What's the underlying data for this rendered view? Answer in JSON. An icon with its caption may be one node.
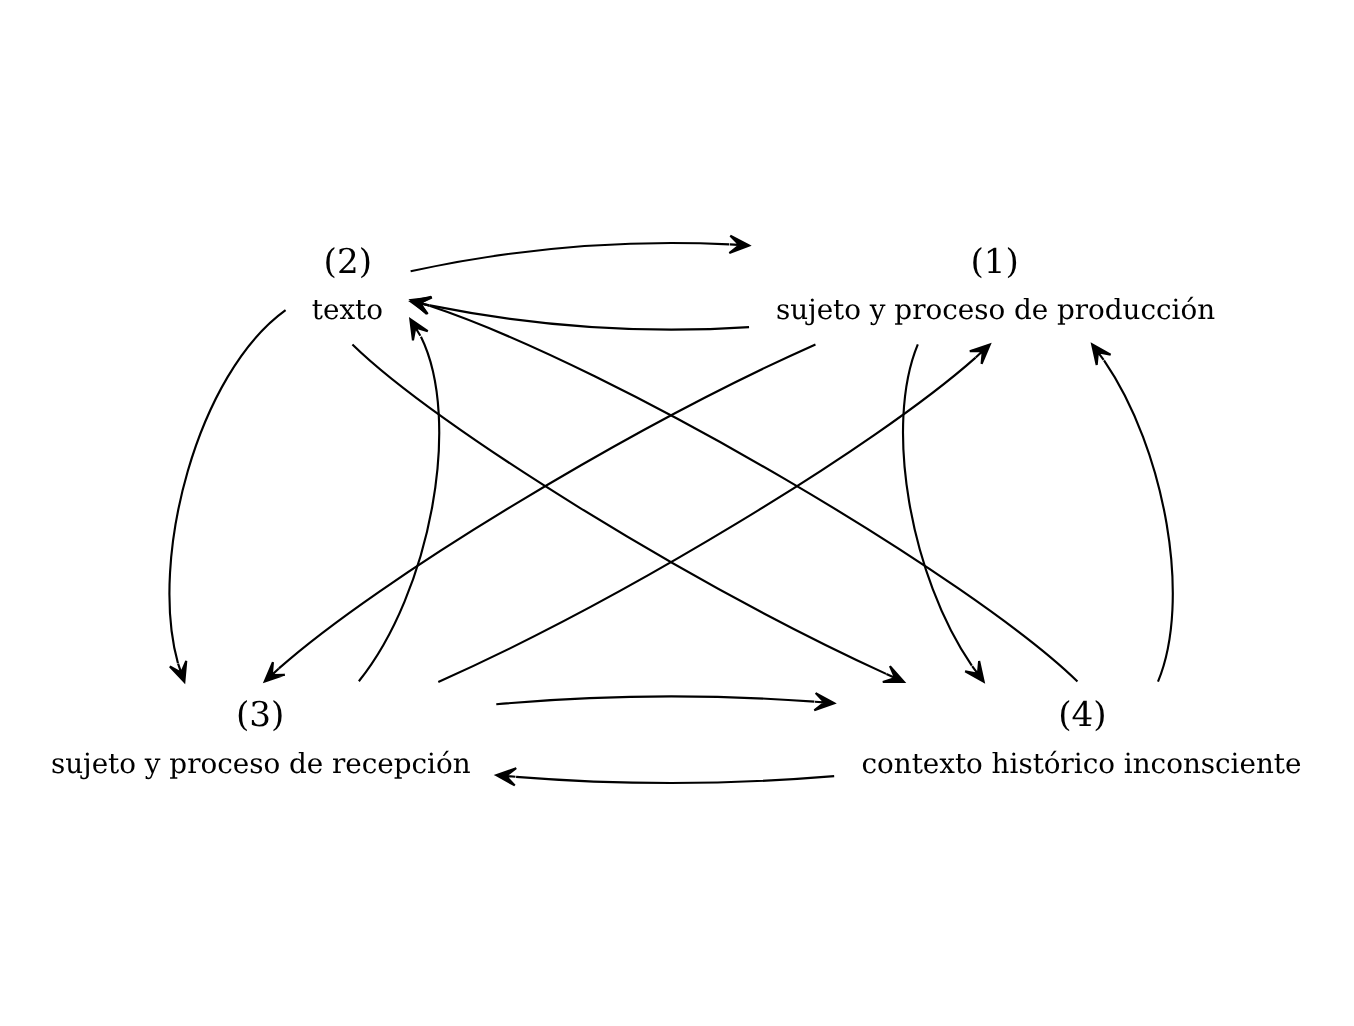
{
  "diagram": {
    "nodes": [
      {
        "text": [
          "(2)"
        ],
        "beside": [
          "texto"
        ]
      },
      {
        "text": [
          "(1)"
        ],
        "beside": [
          "sujeto y proceso de producción"
        ]
      },
      {
        "text": [
          "(3)"
        ],
        "beside": [
          "sujeto y proceso de recepción"
        ]
      },
      {
        "text": [
          "(4)"
        ],
        "beside": [
          "contexto histórico inconsciente"
        ]
      }
    ],
    "edges": [
      {
        "from": 1,
        "to": 0,
        "arrow": "to"
      },
      {
        "from": 0,
        "to": 1,
        "arrow": "to"
      },
      {
        "from": 0,
        "to": 3,
        "arrow": "to"
      },
      {
        "from": 3,
        "to": 0,
        "arrow": "to"
      },
      {
        "from": 1,
        "to": 2,
        "arrow": "to"
      },
      {
        "from": 2,
        "to": 1,
        "arrow": "to"
      },
      {
        "from": 0,
        "to": 2,
        "arrow": "to"
      },
      {
        "from": 2,
        "to": 0,
        "arrow": "to"
      },
      {
        "from": 1,
        "to": 3,
        "arrow": "to"
      },
      {
        "from": 3,
        "to": 1,
        "arrow": "to"
      },
      {
        "from": 3,
        "to": 2,
        "arrow": "to"
      },
      {
        "from": 2,
        "to": 3,
        "arrow": "to"
      }
    ]
  }
}
